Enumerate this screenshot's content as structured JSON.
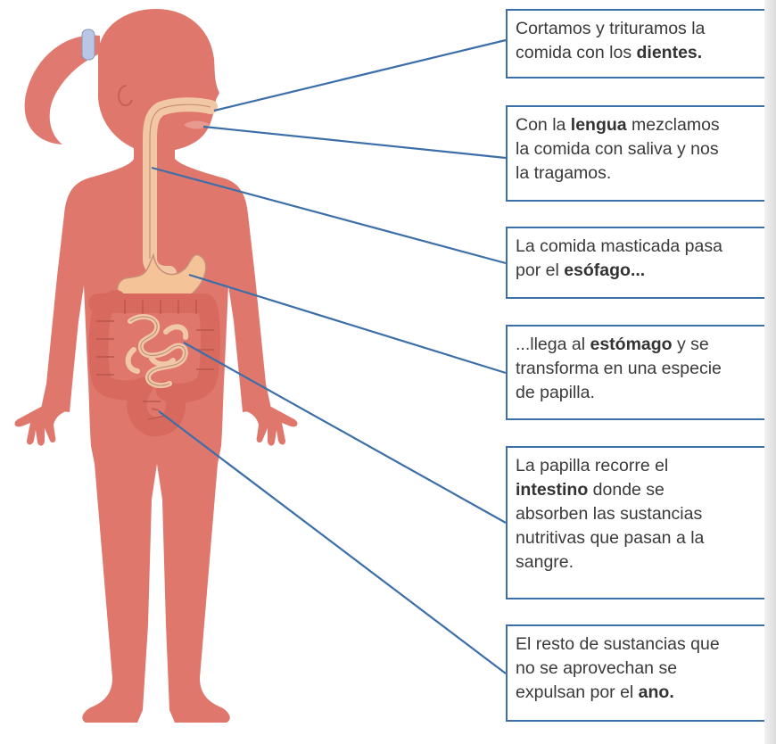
{
  "callouts": [
    {
      "lines": [
        [
          "Cortamos y trituramos la"
        ],
        [
          "comida con los ",
          {
            "b": "dientes."
          }
        ]
      ]
    },
    {
      "lines": [
        [
          "Con la ",
          {
            "b": "lengua"
          },
          " mezclamos"
        ],
        [
          "la comida con saliva y nos"
        ],
        [
          "la tragamos."
        ]
      ]
    },
    {
      "lines": [
        [
          "La comida masticada pasa"
        ],
        [
          "por el ",
          {
            "b": "esófago..."
          }
        ]
      ]
    },
    {
      "lines": [
        [
          "...llega al ",
          {
            "b": "estómago"
          },
          " y se"
        ],
        [
          "transforma en una especie"
        ],
        [
          "de papilla."
        ]
      ]
    },
    {
      "lines": [
        [
          "La papilla recorre el"
        ],
        [
          {
            "b": "intestino"
          },
          " donde se"
        ],
        [
          "absorben las sustancias"
        ],
        [
          "nutritivas que pasan a la"
        ],
        [
          "sangre."
        ]
      ]
    },
    {
      "lines": [
        [
          "El resto de sustancias que"
        ],
        [
          "no se aprovechan se"
        ],
        [
          "expulsan por el ",
          {
            "b": "ano."
          }
        ]
      ]
    }
  ],
  "colors": {
    "skin": "#df776c",
    "skin_dark": "#c95f55",
    "hair": "#e07a70",
    "hair_tie": "#b9c6e6",
    "esophagus": "#f2c7a6",
    "stomach": "#f4c398",
    "large_intestine": "#d8695e",
    "small_intestine": "#f0c7a8",
    "leader_line": "#3c6ea8"
  }
}
